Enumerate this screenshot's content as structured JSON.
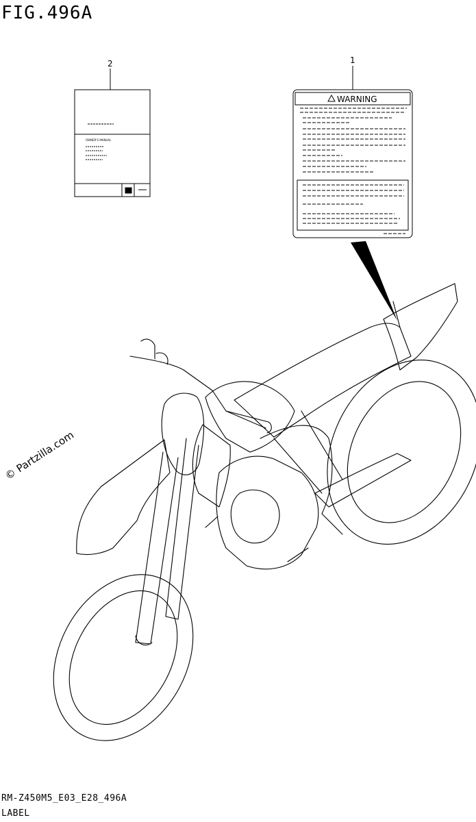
{
  "figure": {
    "title": "FIG.496A"
  },
  "callouts": [
    {
      "number": "1",
      "part": "warning-label"
    },
    {
      "number": "2",
      "part": "owners-manual"
    }
  ],
  "warning_label": {
    "heading": "WARNING"
  },
  "owners_manual": {
    "cover_text": "OWNER'S MANUAL"
  },
  "watermark": {
    "text": "© Partzilla.com"
  },
  "footer": {
    "model_code": "RM-Z450M5_E03_E28_496A",
    "section": "LABEL"
  }
}
